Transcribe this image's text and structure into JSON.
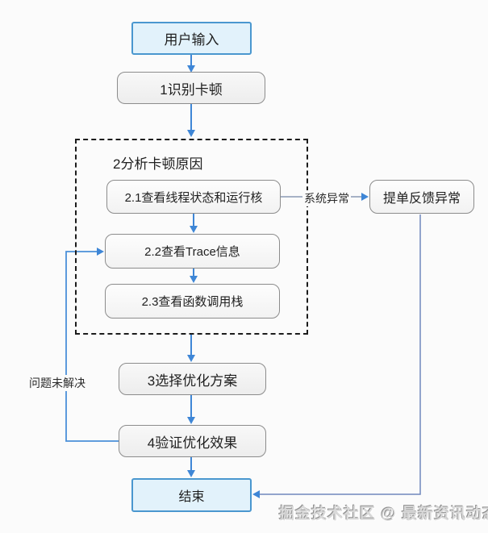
{
  "flowchart": {
    "nodes": {
      "user_input": {
        "label": "用户输入",
        "type": "terminal"
      },
      "step1": {
        "label": "1识别卡顿",
        "type": "process"
      },
      "group2_title": {
        "label": "2分析卡顿原因"
      },
      "step2_1": {
        "label": "2.1查看线程状态和运行核",
        "type": "subprocess"
      },
      "step2_2": {
        "label": "2.2查看Trace信息",
        "type": "subprocess"
      },
      "step2_3": {
        "label": "2.3查看函数调用栈",
        "type": "subprocess"
      },
      "step3": {
        "label": "3选择优化方案",
        "type": "process"
      },
      "step4": {
        "label": "4验证优化效果",
        "type": "process"
      },
      "ticket": {
        "label": "提单反馈异常",
        "type": "subprocess"
      },
      "end": {
        "label": "结束",
        "type": "terminal"
      }
    },
    "edge_labels": {
      "system_exception": "系统异常",
      "unresolved": "问题未解决"
    },
    "colors": {
      "arrow_blue": "#3e86d6",
      "loop_blue": "#4a90d9",
      "connector_gray_blue": "#8a9ab5",
      "long_connector": "#6f87bd",
      "terminal_fill": "#e2f2fb",
      "terminal_border": "#4a97cf",
      "process_border": "#8c8c8c",
      "dashed_border": "#1c1c1c"
    }
  },
  "watermark": {
    "text": "掘金技术社区 @ 最新资讯动态"
  }
}
